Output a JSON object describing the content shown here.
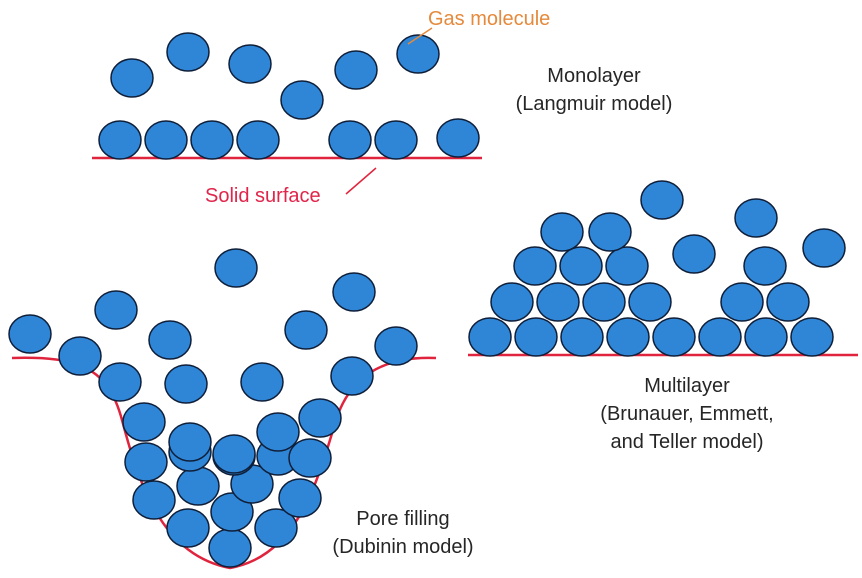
{
  "colors": {
    "molecule_fill": "#2f86d6",
    "molecule_stroke": "#0f1f3a",
    "surface": "#e0243e",
    "pointer_orange": "#e58a3c",
    "text": "#262626"
  },
  "labels": {
    "gas_molecule": "Gas molecule",
    "solid_surface": "Solid surface",
    "monolayer_line1": "Monolayer",
    "monolayer_line2": "(Langmuir model)",
    "multilayer_line1": "Multilayer",
    "multilayer_line2": "(Brunauer, Emmett,",
    "multilayer_line3": "and Teller model)",
    "pore_line1": "Pore filling",
    "pore_line2": "(Dubinin model)"
  }
}
